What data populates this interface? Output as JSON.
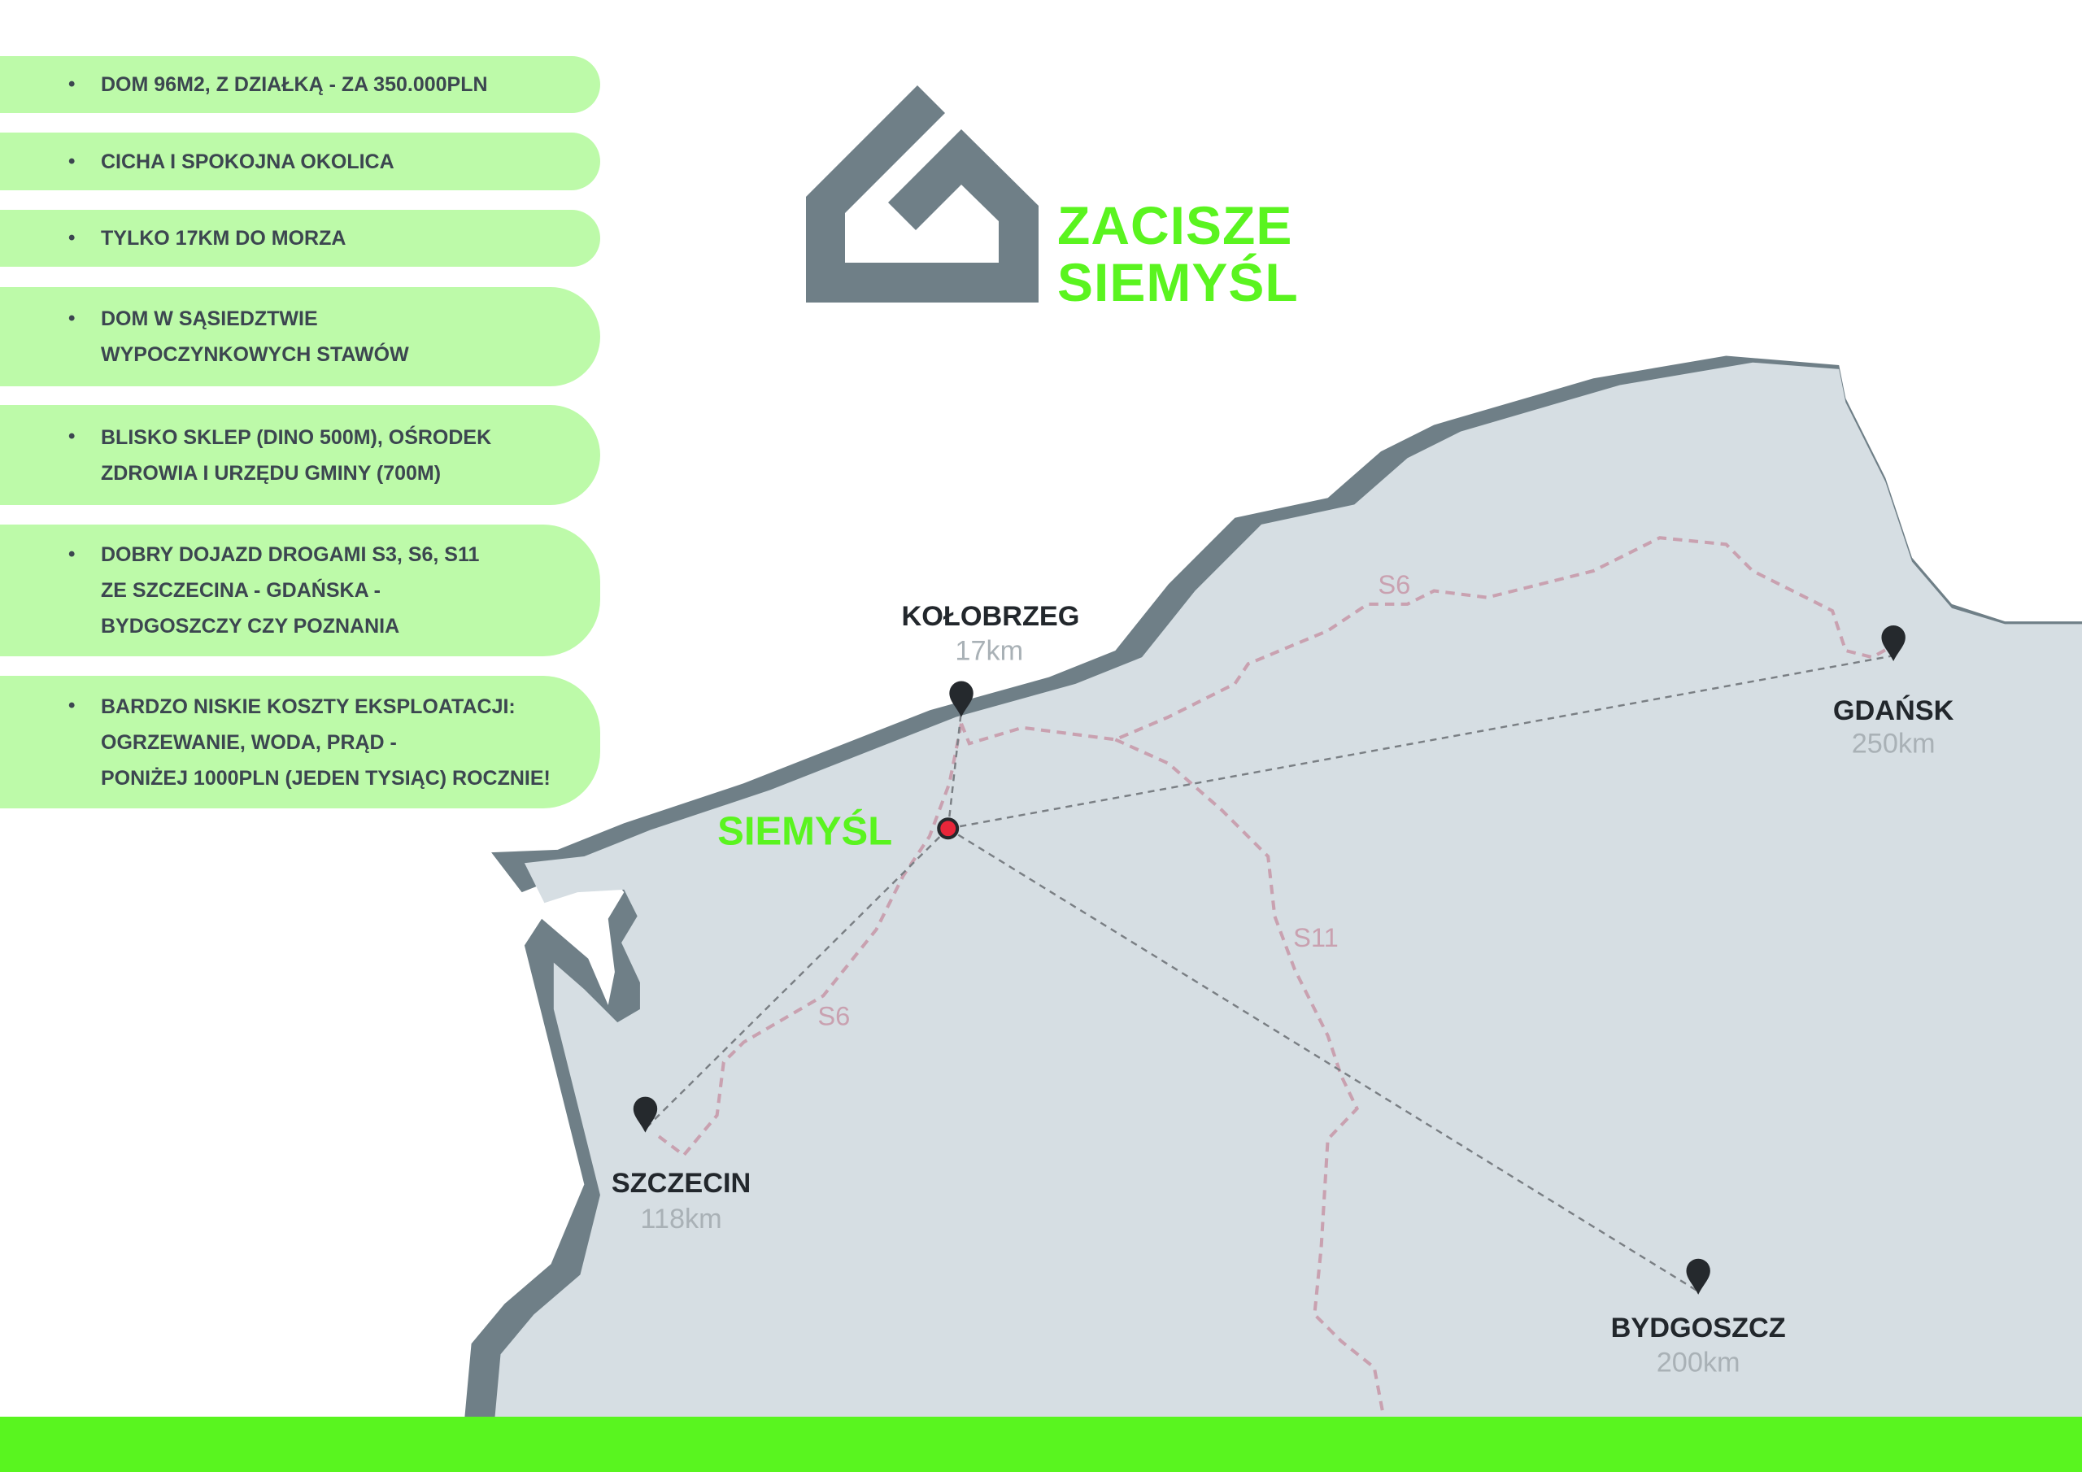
{
  "features": [
    {
      "lines": [
        "DOM 96M2, Z DZIAŁKĄ  - ZA 350.000PLN"
      ]
    },
    {
      "lines": [
        "CICHA I SPOKOJNA OKOLICA"
      ]
    },
    {
      "lines": [
        "TYLKO 17KM DO MORZA"
      ]
    },
    {
      "lines": [
        "DOM W SĄSIEDZTWIE",
        "WYPOCZYNKOWYCH STAWÓW"
      ]
    },
    {
      "lines": [
        "BLISKO SKLEP (DINO 500M), OŚRODEK",
        "ZDROWIA I URZĘDU GMINY (700M)"
      ]
    },
    {
      "lines": [
        "DOBRY DOJAZD DROGAMI S3, S6, S11",
        "ZE SZCZECINA - GDAŃSKA -",
        "BYDGOSZCZY CZY POZNANIA"
      ]
    },
    {
      "lines": [
        "BARDZO NISKIE KOSZTY EKSPLOATACJI:",
        "OGRZEWANIE, WODA, PRĄD -",
        "PONIŻEJ 1000PLN (JEDEN TYSIĄC) ROCZNIE!"
      ]
    }
  ],
  "bullet": "•",
  "logo": {
    "line1": "ZACISZE",
    "line2": "SIEMYŚL"
  },
  "map": {
    "home": "SIEMYŚL",
    "cities": [
      {
        "name": "KOŁOBRZEG",
        "distance": "17km"
      },
      {
        "name": "GDAŃSK",
        "distance": "250km"
      },
      {
        "name": "SZCZECIN",
        "distance": "118km"
      },
      {
        "name": "BYDGOSZCZ",
        "distance": "200km"
      }
    ],
    "roads": [
      "S6",
      "S11",
      "S6"
    ]
  },
  "colors": {
    "accent": "#5af41f",
    "pill": "#bdfaa9",
    "logo_gray": "#6f7f87",
    "land": "#d6dee3",
    "road": "#c9a1b0",
    "home_dot": "#e8263a"
  }
}
